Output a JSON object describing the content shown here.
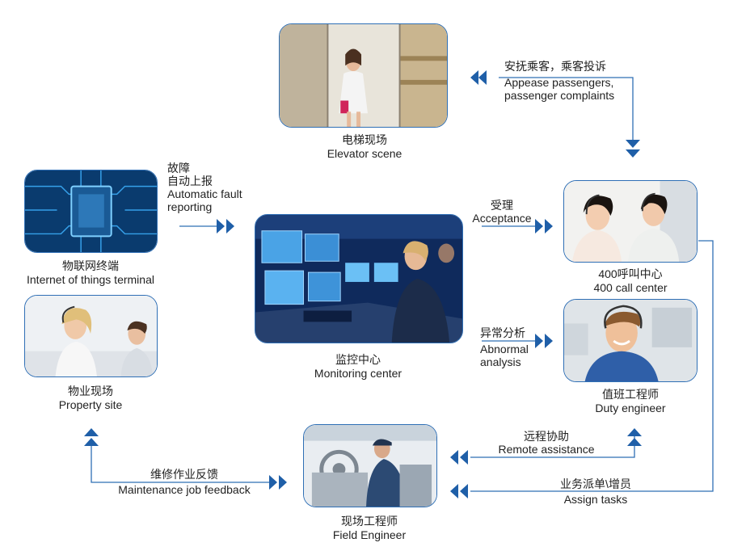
{
  "nodes": {
    "elevator": {
      "zh": "电梯现场",
      "en": "Elevator scene"
    },
    "iot": {
      "zh": "物联网终端",
      "en": "Internet of things terminal"
    },
    "property": {
      "zh": "物业现场",
      "en": "Property site"
    },
    "monitor": {
      "zh": "监控中心",
      "en": "Monitoring center"
    },
    "callcenter": {
      "zh": "400呼叫中心",
      "en": "400 call center"
    },
    "duty": {
      "zh": "值班工程师",
      "en": "Duty engineer"
    },
    "field": {
      "zh": "现场工程师",
      "en": "Field Engineer"
    }
  },
  "edges": {
    "appease": {
      "zh": "安抚乘客，乘客投诉",
      "en1": "Appease passengers,",
      "en2": "passenger complaints"
    },
    "fault": {
      "zh1": "故障",
      "zh2": "自动上报",
      "en1": "Automatic fault",
      "en2": "reporting"
    },
    "acceptance": {
      "zh": "受理",
      "en": "Acceptance"
    },
    "abnormal": {
      "zh": "异常分析",
      "en1": "Abnormal",
      "en2": "analysis"
    },
    "remote": {
      "zh": "远程协助",
      "en": "Remote assistance"
    },
    "assign": {
      "zh": "业务派单\\增员",
      "en": "Assign tasks"
    },
    "feedback": {
      "zh": "维修作业反馈",
      "en": "Maintenance job feedback"
    }
  },
  "colors": {
    "line": "#2f6fb5",
    "arrow": "#1f5fa8",
    "frame": "#2f6fb5"
  }
}
